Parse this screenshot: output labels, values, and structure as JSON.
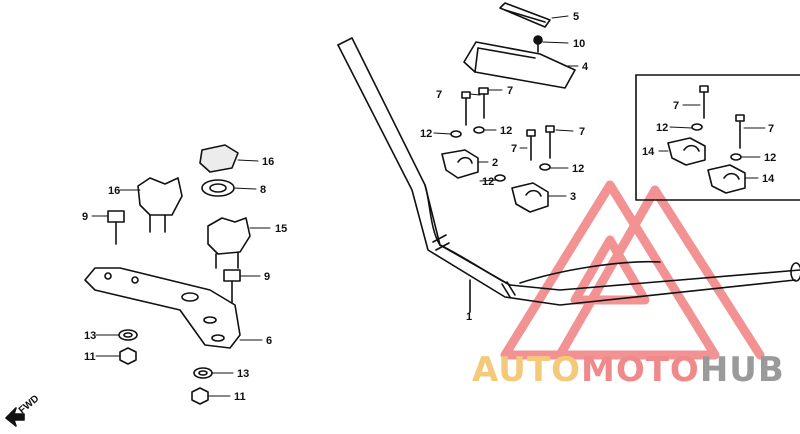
{
  "diagram": {
    "direction_label": "FWD",
    "callouts": {
      "c5": "5",
      "c10": "10",
      "c4": "4",
      "c7a": "7",
      "c7b": "7",
      "c12a": "12",
      "c12b": "12",
      "c7c": "7",
      "c7d": "7",
      "c2": "2",
      "c12c": "12",
      "c12d": "12",
      "c3": "3",
      "c7e": "7",
      "c12e": "12",
      "c7f": "7",
      "c14a": "14",
      "c12f": "12",
      "c14b": "14",
      "c16a": "16",
      "c8a": "8",
      "c16b": "16",
      "c9a": "9",
      "c15": "15",
      "c9b": "9",
      "c13a": "13",
      "c11a": "11",
      "c6": "6",
      "c13b": "13",
      "c11b": "11",
      "c1": "1"
    }
  },
  "watermark": {
    "part1": "AUTO",
    "part2": "MOTO",
    "part3": "HUB"
  }
}
